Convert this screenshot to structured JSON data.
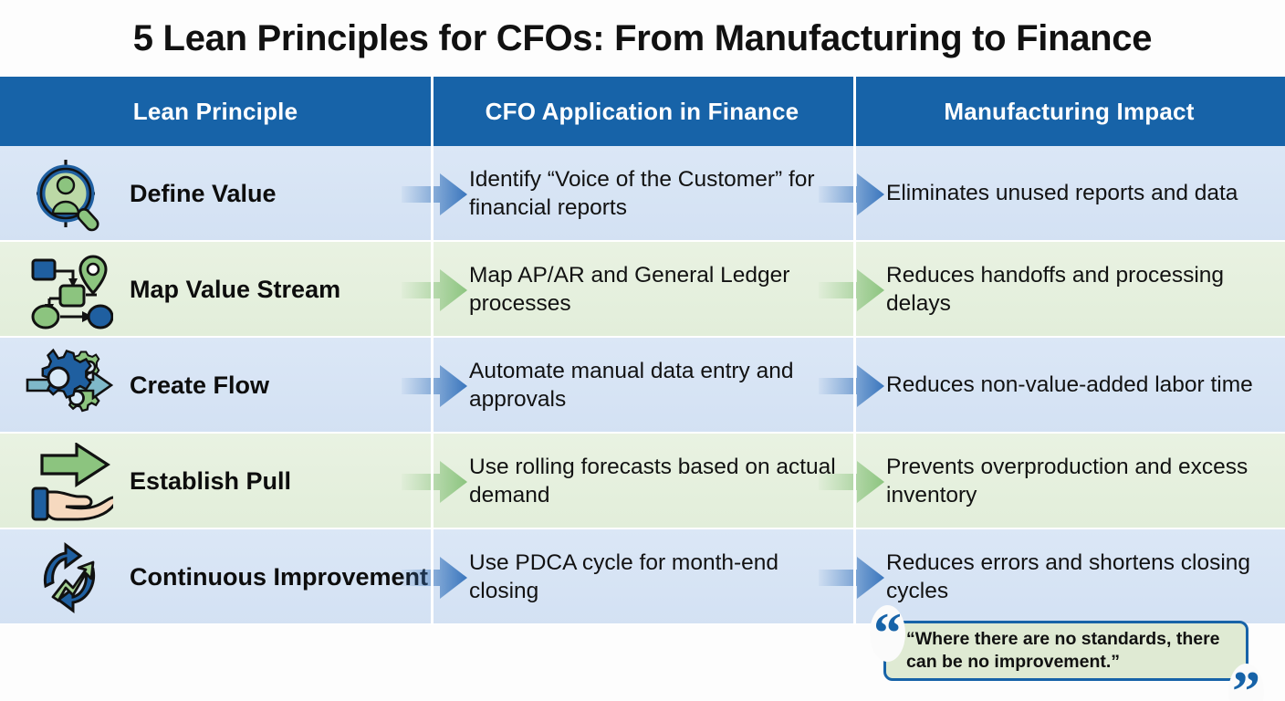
{
  "title": "5 Lean Principles for CFOs: From Manufacturing to Finance",
  "colors": {
    "header_blue": "#1763a8",
    "row_blue": "#d9e6f5",
    "row_green": "#e7f0e0",
    "arrow_blue": "#3a76bd",
    "arrow_green": "#8cc47f",
    "icon_blue": "#1f5fa0",
    "icon_green": "#8cc47f",
    "quote_border": "#1763a8",
    "quote_fill": "#dfead3"
  },
  "table": {
    "headers": [
      {
        "label": "Lean Principle",
        "name": "header-lean-principle"
      },
      {
        "label": "CFO Application in Finance",
        "name": "header-cfo-application"
      },
      {
        "label": "Manufacturing Impact",
        "name": "header-manufacturing-impact"
      }
    ],
    "rows": [
      {
        "tone": "blue",
        "icon": "target-person-magnifier-icon",
        "principle": "Define Value",
        "application": "Identify “Voice of the Customer” for financial reports",
        "impact": "Eliminates unused reports and data"
      },
      {
        "tone": "green",
        "icon": "process-map-pin-icon",
        "principle": "Map Value Stream",
        "application": "Map AP/AR and General Ledger processes",
        "impact": "Reduces handoffs and processing delays"
      },
      {
        "tone": "blue",
        "icon": "gears-flow-arrow-icon",
        "principle": "Create Flow",
        "application": "Automate manual data entry and approvals",
        "impact": "Reduces non-value-added labor time"
      },
      {
        "tone": "green",
        "icon": "hand-pull-arrow-icon",
        "principle": "Establish Pull",
        "application": "Use rolling forecasts based on actual demand",
        "impact": "Prevents overproduction and excess inventory"
      },
      {
        "tone": "blue",
        "icon": "continuous-cycle-trend-icon",
        "principle": "Continuous Improvement",
        "application": "Use PDCA cycle for month-end closing",
        "impact": "Reduces errors and shortens closing cycles"
      }
    ]
  },
  "quote": {
    "text": "“Where there are no standards, there can be no improvement.”",
    "open_mark": "“",
    "close_mark": "”"
  }
}
